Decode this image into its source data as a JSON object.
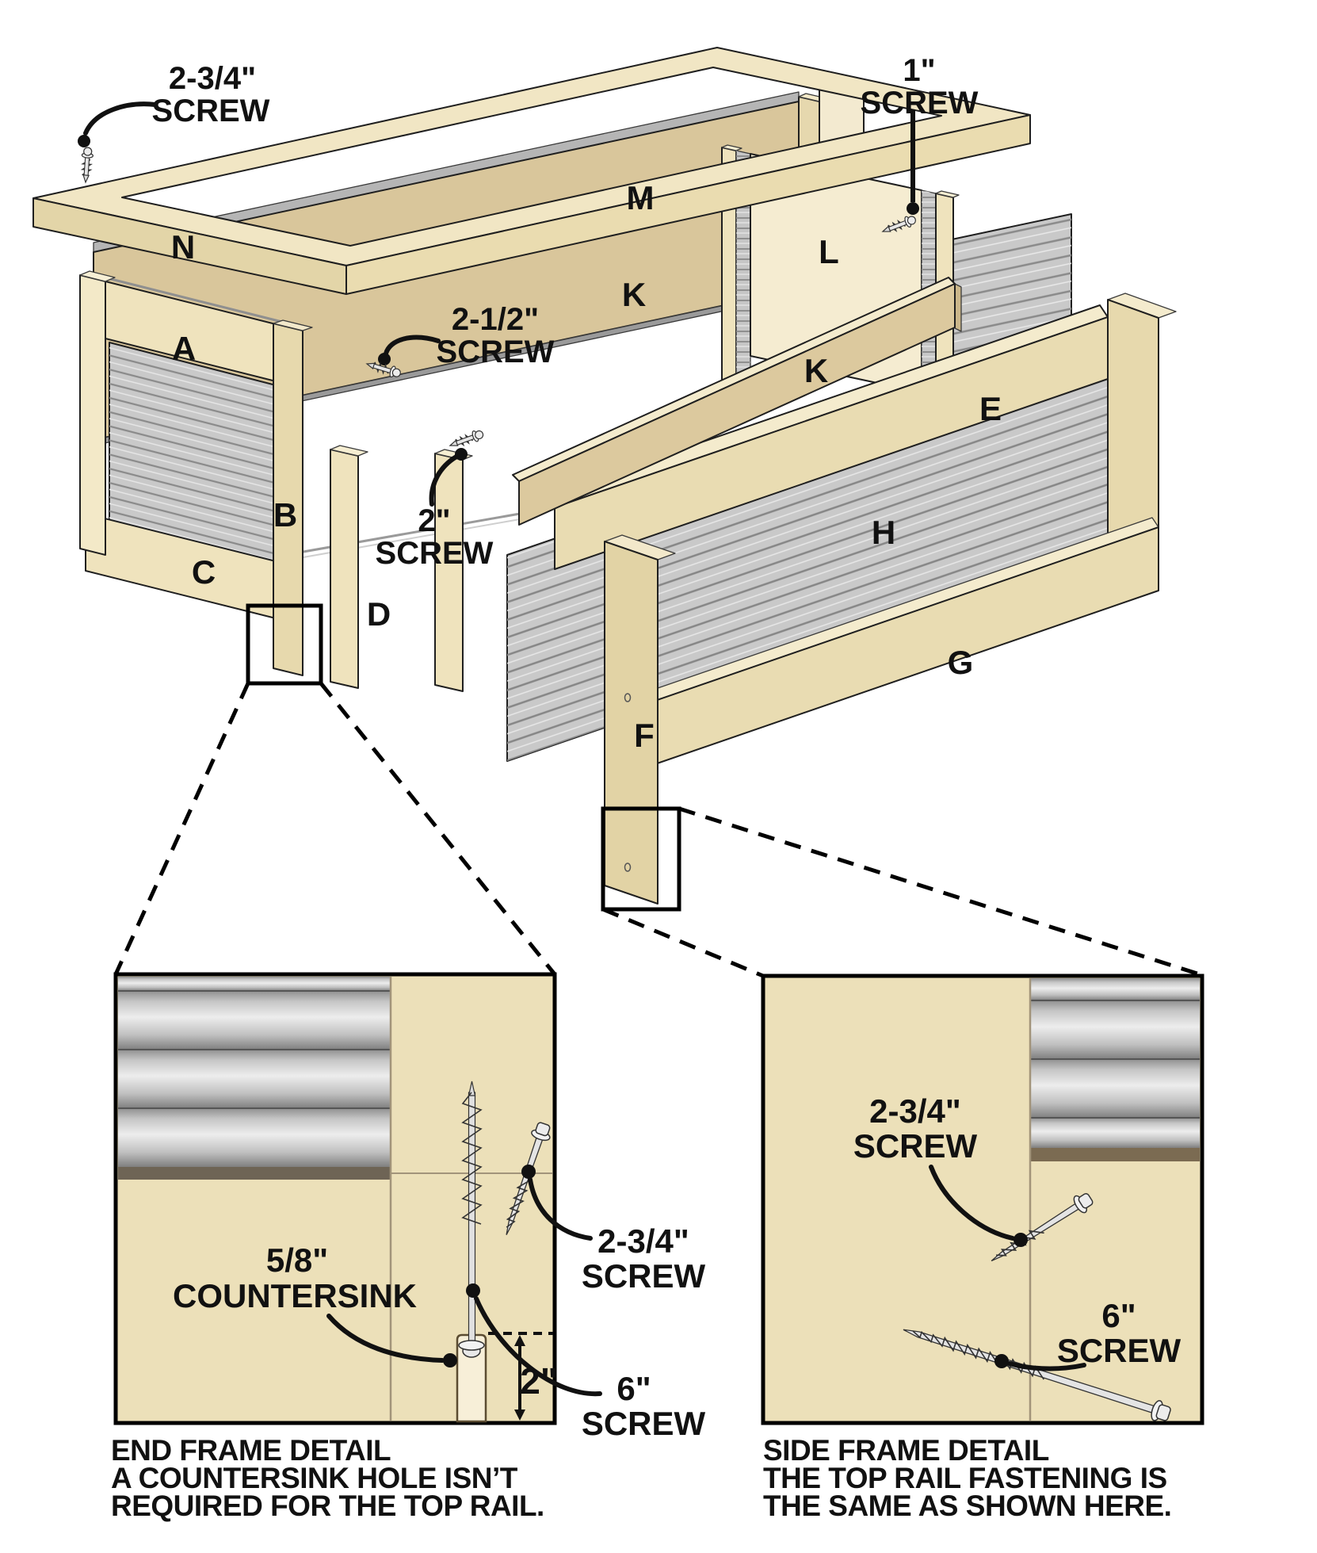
{
  "diagram": {
    "part_labels": {
      "n": "N",
      "m": "M",
      "a": "A",
      "b": "B",
      "c": "C",
      "d": "D",
      "k_far": "K",
      "l": "L",
      "k_near": "K",
      "e": "E",
      "h": "H",
      "g": "G",
      "f": "F"
    },
    "callouts": {
      "screw234top": {
        "size": "2-3/4\"",
        "word": "SCREW"
      },
      "screw1": {
        "size": "1\"",
        "word": "SCREW"
      },
      "screw212": {
        "size": "2-1/2\"",
        "word": "SCREW"
      },
      "screw2": {
        "size": "2\"",
        "word": "SCREW"
      }
    }
  },
  "insets": {
    "end_frame": {
      "countersink_size": "5/8\"",
      "countersink_word": "COUNTERSINK",
      "screw234_size": "2-3/4\"",
      "screw234_word": "SCREW",
      "screw6_size": "6\"",
      "screw6_word": "SCREW",
      "depth": "2\"",
      "caption1": "END FRAME DETAIL",
      "caption2": "A COUNTERSINK HOLE ISN’T",
      "caption3": "REQUIRED FOR THE TOP RAIL."
    },
    "side_frame": {
      "screw234_size": "2-3/4\"",
      "screw234_word": "SCREW",
      "screw6_size": "6\"",
      "screw6_word": "SCREW",
      "caption1": "SIDE FRAME DETAIL",
      "caption2": "THE TOP RAIL FASTENING IS",
      "caption3": "THE SAME AS SHOWN HERE."
    }
  },
  "colors": {
    "background": "#ffffff",
    "wood_light": "#f5ecce",
    "wood_mid": "#eadcb0",
    "wood_tan": "#d9c69b",
    "corrugated": "#c9c9c9",
    "inset_bg": "#ece0b9",
    "outline": "#1f1f1f",
    "text": "#111111"
  }
}
